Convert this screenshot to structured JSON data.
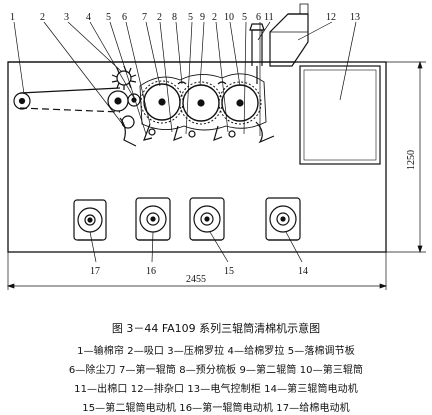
{
  "diagram": {
    "callouts": [
      {
        "id": "c1",
        "text": "1"
      },
      {
        "id": "c2",
        "text": "2"
      },
      {
        "id": "c3",
        "text": "3"
      },
      {
        "id": "c4",
        "text": "4"
      },
      {
        "id": "c5",
        "text": "5"
      },
      {
        "id": "c6",
        "text": "6"
      },
      {
        "id": "c7",
        "text": "7"
      },
      {
        "id": "c8",
        "text": "2"
      },
      {
        "id": "c9",
        "text": "8"
      },
      {
        "id": "c10",
        "text": "5"
      },
      {
        "id": "c11",
        "text": "9"
      },
      {
        "id": "c12",
        "text": "2"
      },
      {
        "id": "c13",
        "text": "10"
      },
      {
        "id": "c14",
        "text": "5"
      },
      {
        "id": "c15",
        "text": "6"
      },
      {
        "id": "c16",
        "text": "11"
      },
      {
        "id": "c17",
        "text": "12"
      },
      {
        "id": "c18",
        "text": "13"
      }
    ],
    "motor_labels": [
      {
        "id": "m17",
        "text": "17"
      },
      {
        "id": "m16",
        "text": "16"
      },
      {
        "id": "m15",
        "text": "15"
      },
      {
        "id": "m14",
        "text": "14"
      }
    ],
    "dimension_width": "2455",
    "dimension_height": "1250"
  },
  "caption": {
    "title": "图 3－44   FA109 系列三辊筒清棉机示意图",
    "legend": [
      "1—输棉帘  2—吸口  3—压棉罗拉  4—给棉罗拉  5—落棉调节板",
      "6—除尘刀  7—第一辊筒  8—预分梳板  9—第二辊筒  10—第三辊筒",
      "11—出棉口  12—排杂口  13—电气控制柜  14—第三辊筒电动机",
      "15—第二辊筒电动机  16—第一辊筒电动机  17—给棉电动机"
    ]
  }
}
